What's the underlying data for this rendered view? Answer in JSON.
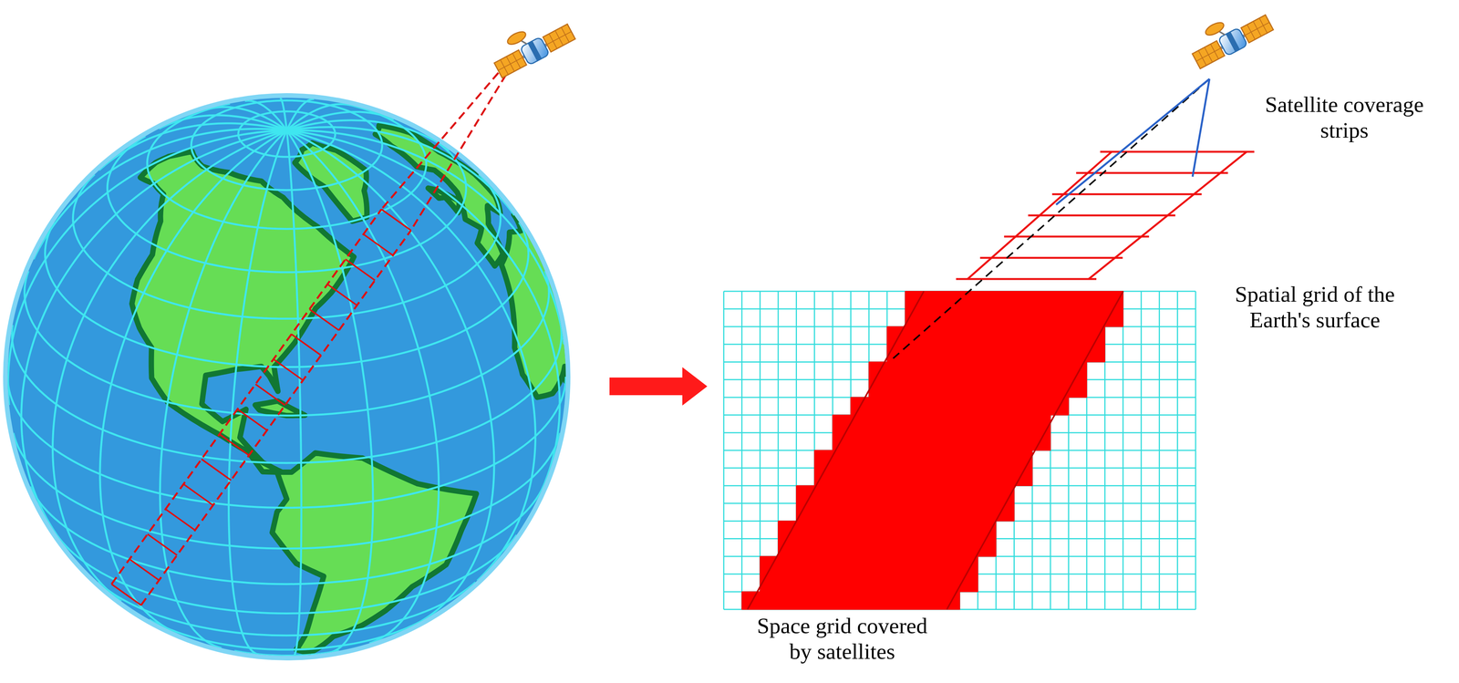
{
  "diagram": {
    "labels": [
      "Satellite coverage strips",
      "Spatial grid of the Earth's surface",
      "Space grid covered by satellites"
    ]
  }
}
